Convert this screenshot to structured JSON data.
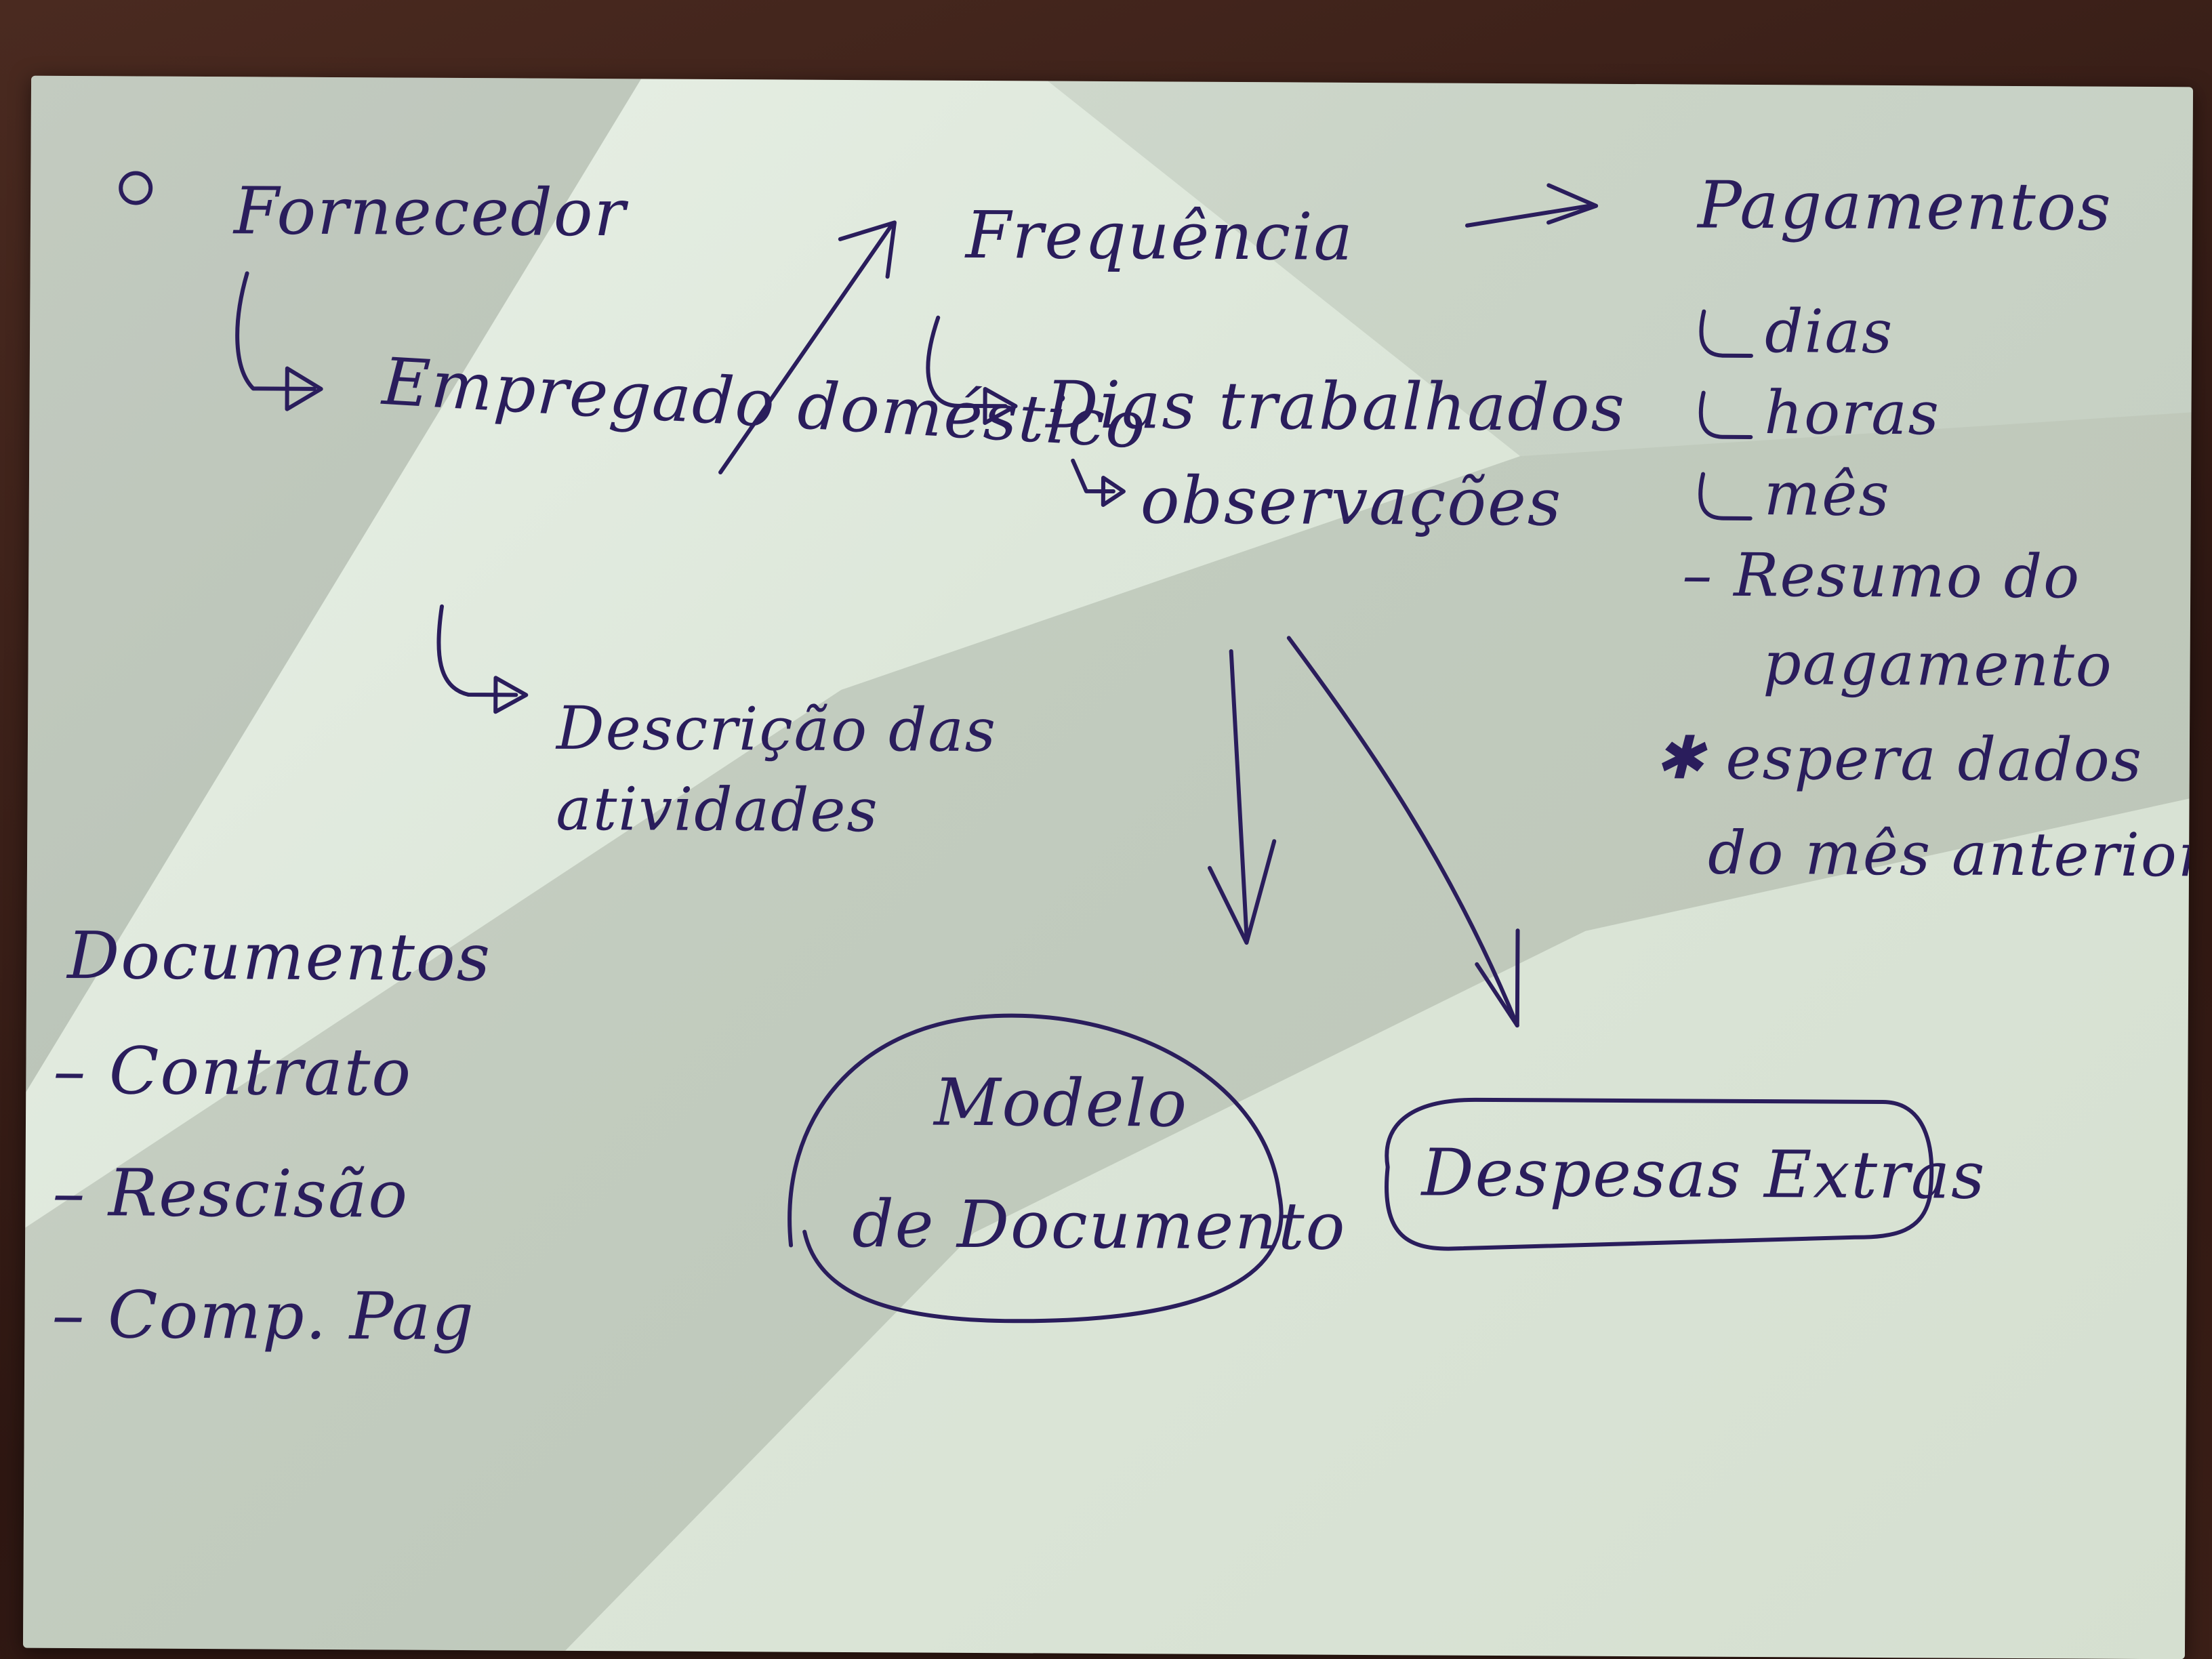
{
  "note": {
    "left_column": {
      "heading": "Fornecedor",
      "item": "Empregado doméstico",
      "sub": "Descrição das atividades"
    },
    "middle": {
      "heading": "Frequência",
      "item1": "Dias trabalhados",
      "item2": "observações"
    },
    "right_column": {
      "heading": "Pagamentos",
      "items": [
        "dias",
        "horas",
        "mês"
      ],
      "summary_line1": "– Resumo do",
      "summary_line2": "pagamento",
      "star_line1": "✱ espera dados",
      "star_line2": "do mês anterior"
    },
    "documents": {
      "heading": "Documentos",
      "items": [
        "– Contrato",
        "– Rescisão",
        "– Comp. Pag"
      ]
    },
    "boxes": {
      "model": [
        "Modelo",
        "de Documento"
      ],
      "expenses": "Despesas Extras"
    },
    "ink_color": "#2a1d5c",
    "paper_color": "#e2ece0"
  }
}
